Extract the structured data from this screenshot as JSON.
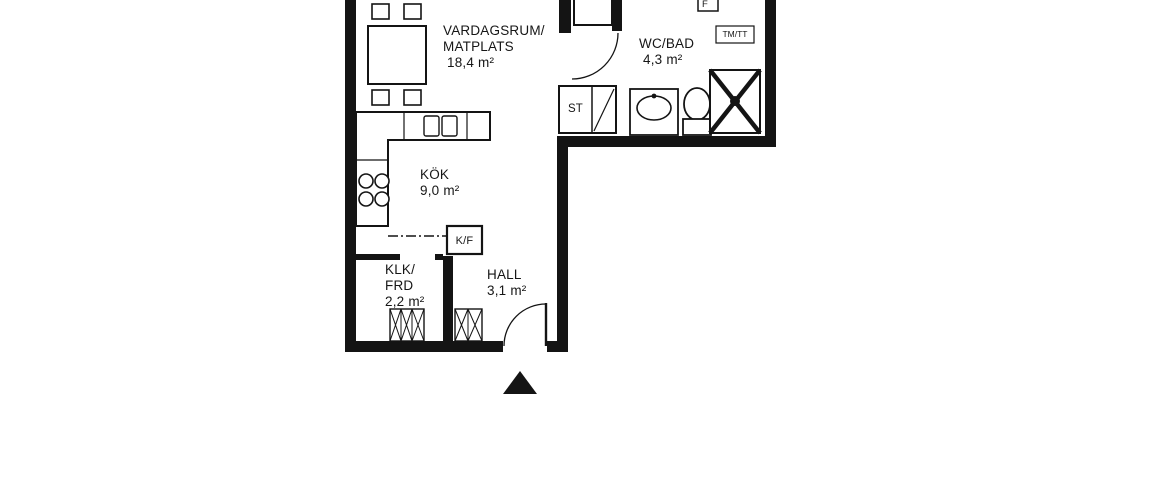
{
  "plan": {
    "rooms": {
      "vardagsrum": {
        "line1": "VARDAGSRUM/",
        "line2": "MATPLATS",
        "area": "18,4 m²"
      },
      "wc_bad": {
        "name": "WC/BAD",
        "area": "4,3 m²"
      },
      "kok": {
        "name": "KÖK",
        "area": "9,0 m²"
      },
      "klk_frd": {
        "line1": "KLK/",
        "line2": "FRD",
        "area": "2,2 m²"
      },
      "hall": {
        "name": "HALL",
        "area": "3,1 m²"
      }
    },
    "labels": {
      "st": "ST",
      "kf": "K/F",
      "tmtt": "TM/TT",
      "f": "F"
    },
    "colors": {
      "wall": "#141414",
      "background": "#ffffff"
    }
  }
}
